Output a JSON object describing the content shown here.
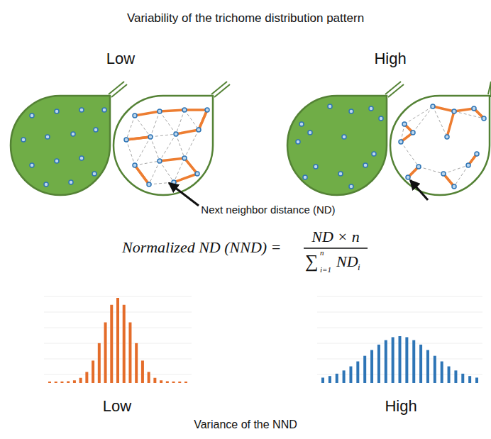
{
  "diagram": {
    "title": "Variability of the trichome distribution pattern",
    "labels": [
      "Low",
      "High",
      "Next neighbor distance (ND)",
      "Normalized ND (NND) =",
      "ND × n",
      "∑",
      "n",
      "i=1",
      "ND",
      "i",
      "Low",
      "High",
      "Variance of the NND"
    ]
  }
}
